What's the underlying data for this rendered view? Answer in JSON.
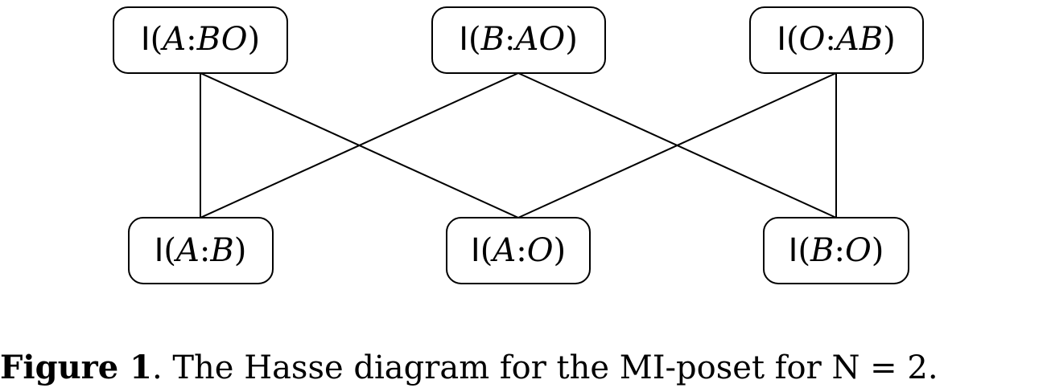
{
  "diagram": {
    "top_nodes": [
      {
        "id": "I_A_BO",
        "fn": "I",
        "open": "(",
        "left": "A",
        "sep": ":",
        "right": "BO",
        "close": ")"
      },
      {
        "id": "I_B_AO",
        "fn": "I",
        "open": "(",
        "left": "B",
        "sep": ":",
        "right": "AO",
        "close": ")"
      },
      {
        "id": "I_O_AB",
        "fn": "I",
        "open": "(",
        "left": "O",
        "sep": ":",
        "right": "AB",
        "close": ")"
      }
    ],
    "bottom_nodes": [
      {
        "id": "I_A_B",
        "fn": "I",
        "open": "(",
        "left": "A",
        "sep": ":",
        "right": "B",
        "close": ")"
      },
      {
        "id": "I_A_O",
        "fn": "I",
        "open": "(",
        "left": "A",
        "sep": ":",
        "right": "O",
        "close": ")"
      },
      {
        "id": "I_B_O",
        "fn": "I",
        "open": "(",
        "left": "B",
        "sep": ":",
        "right": "O",
        "close": ")"
      }
    ],
    "edges": [
      {
        "from": "I_A_BO",
        "to": "I_A_B"
      },
      {
        "from": "I_A_BO",
        "to": "I_A_O"
      },
      {
        "from": "I_B_AO",
        "to": "I_A_B"
      },
      {
        "from": "I_B_AO",
        "to": "I_B_O"
      },
      {
        "from": "I_O_AB",
        "to": "I_A_O"
      },
      {
        "from": "I_O_AB",
        "to": "I_B_O"
      }
    ]
  },
  "caption": {
    "label": "Figure 1",
    "text": ". The Hasse diagram for the MI-poset for N = 2."
  },
  "colors": {
    "stroke": "#000000",
    "background": "#ffffff"
  }
}
